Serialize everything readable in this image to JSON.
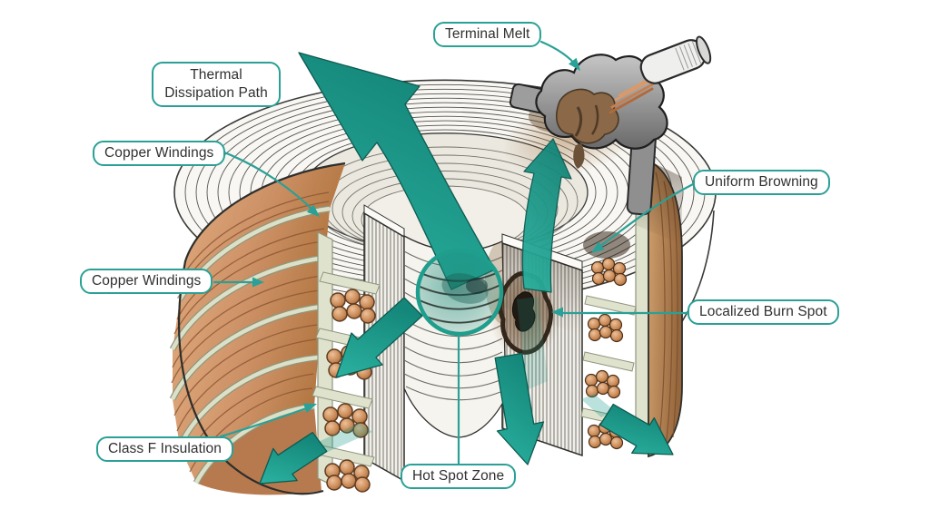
{
  "callouts": {
    "terminal_melt": "Terminal Melt",
    "thermal_dissipation_path": "Thermal Dissipation Path",
    "copper_windings_top": "Copper Windings",
    "copper_windings_mid": "Copper Windings",
    "uniform_browning": "Uniform Browning",
    "localized_burn_spot": "Localized Burn Spot",
    "class_f_insulation": "Class F Insulation",
    "hot_spot_zone": "Hot Spot Zone"
  },
  "icons": {
    "arrows": [
      "thermal-arrow-main-up-left",
      "thermal-arrow-up-right",
      "thermal-arrow-mid-left-down",
      "thermal-arrow-channel-down",
      "thermal-arrow-bottom-left",
      "thermal-arrow-bottom-right"
    ],
    "hot_spot_marker": "teal-circle-marker",
    "burn_spot_marker": "charred-blob"
  },
  "colors": {
    "accent_teal": "#2aa096",
    "arrow_teal": "#1f9e8d",
    "copper": "#cf9468",
    "browned_copper": "#a97648",
    "insulation_green": "#dfe3cd",
    "core_white": "#f8f7f3",
    "burn_black": "#201a13",
    "label_text": "#303030",
    "background": "#ffffff"
  }
}
